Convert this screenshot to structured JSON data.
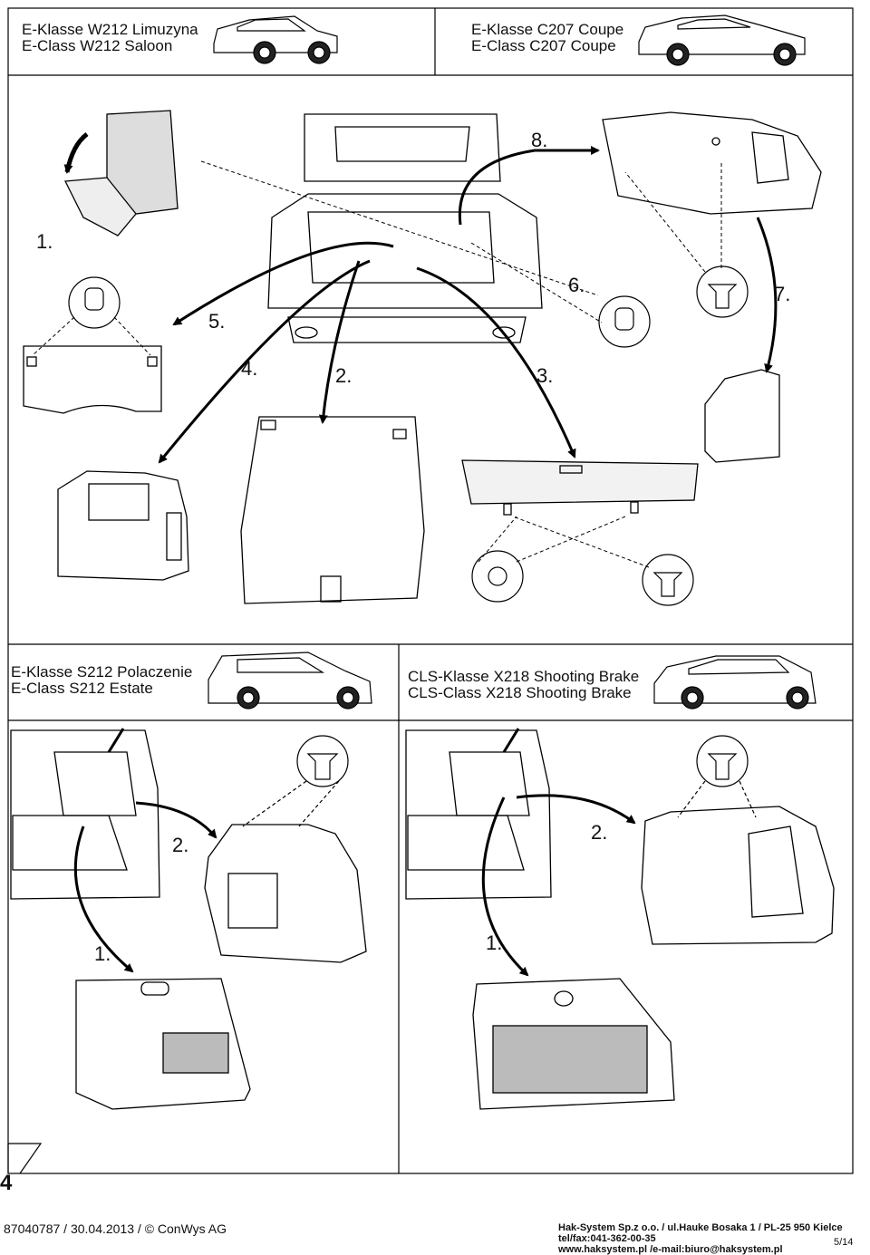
{
  "headers": {
    "w212": {
      "line1": "E-Klasse W212 Limuzyna",
      "line2": "E-Class W212 Saloon"
    },
    "c207": {
      "line1": "E-Klasse C207 Coupe",
      "line2": "E-Class C207 Coupe"
    },
    "s212": {
      "line1": "E-Klasse S212 Polaczenie",
      "line2": "E-Class S212 Estate"
    },
    "x218": {
      "line1": "CLS-Klasse X218 Shooting Brake",
      "line2": "CLS-Class X218 Shooting Brake"
    }
  },
  "steps_top": {
    "s1": "1.",
    "s2": "2.",
    "s3": "3.",
    "s4": "4.",
    "s5": "5.",
    "s6": "6.",
    "s7": "7.",
    "s8": "8."
  },
  "steps_bottom_left": {
    "s1": "1.",
    "s2": "2."
  },
  "steps_bottom_right": {
    "s1": "1.",
    "s2": "2."
  },
  "page_number": "4",
  "footer": {
    "doc_id": "87040787 / 30.04.2013 / © ConWys AG",
    "company": "Hak-System Sp.z o.o. / ul.Hauke Bosaka 1 / PL-25 950 Kielce",
    "phone": "tel/fax:041-362-00-35",
    "web": "www.haksystem.pl /e-mail:biuro@haksystem.pl",
    "page": "5/14"
  }
}
